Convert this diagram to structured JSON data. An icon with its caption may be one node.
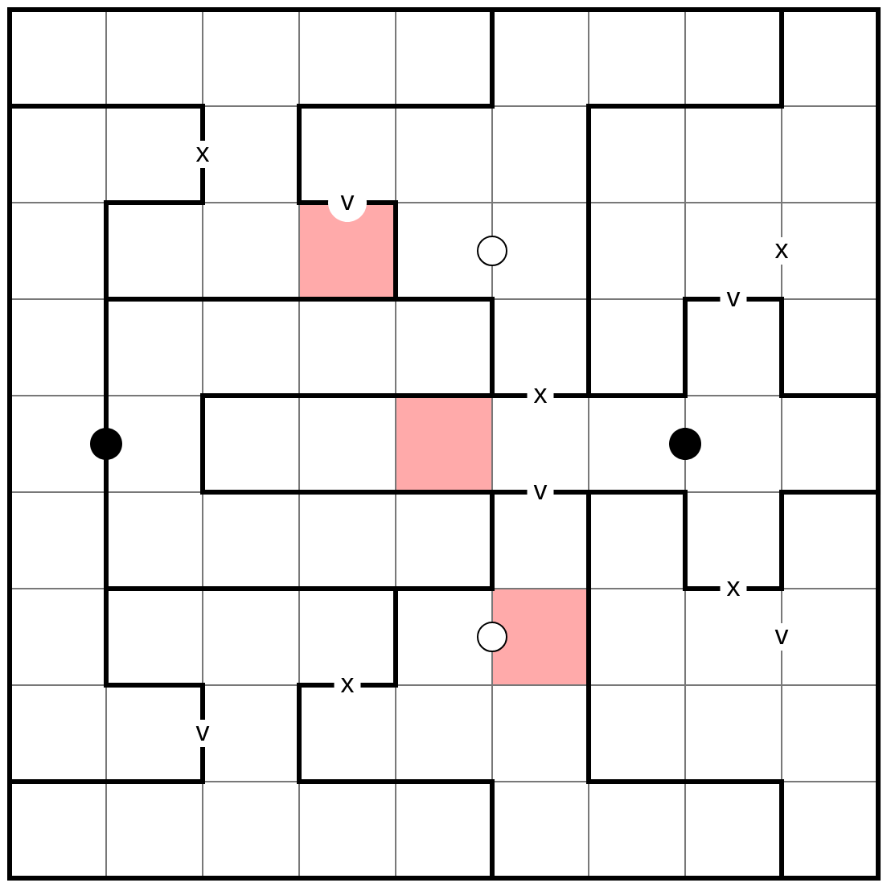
{
  "diagram": {
    "labels": [
      "x",
      "v",
      "x",
      "v",
      "x",
      "v",
      "x",
      "v",
      "x",
      "v"
    ]
  }
}
